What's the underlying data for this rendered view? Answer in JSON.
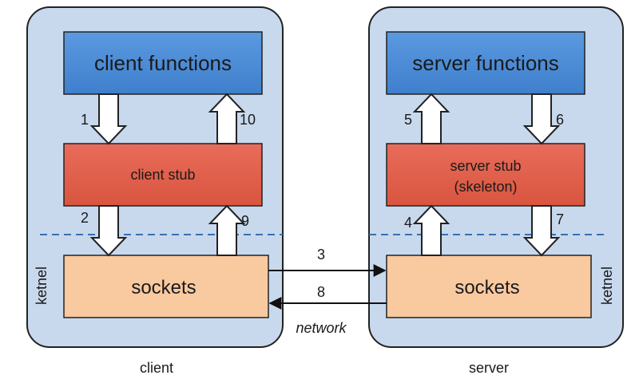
{
  "client": {
    "caption": "client",
    "kernel_label": "ketnel",
    "functions_label": "client functions",
    "stub_label": "client stub",
    "sockets_label": "sockets"
  },
  "server": {
    "caption": "server",
    "kernel_label": "ketnel",
    "functions_label": "server functions",
    "stub_label_line1": "server stub",
    "stub_label_line2": "(skeleton)",
    "sockets_label": "sockets"
  },
  "network_label": "network",
  "steps": {
    "s1": "1",
    "s2": "2",
    "s3": "3",
    "s4": "4",
    "s5": "5",
    "s6": "6",
    "s7": "7",
    "s8": "8",
    "s9": "9",
    "s10": "10"
  },
  "colors": {
    "panel_fill": "#c8d9ee",
    "panel_stroke": "#222222",
    "functions_fill": "#4a8bd6",
    "stub_fill": "#e0614f",
    "sockets_fill": "#f9c99f",
    "kernel_line": "#3a6fb0"
  }
}
